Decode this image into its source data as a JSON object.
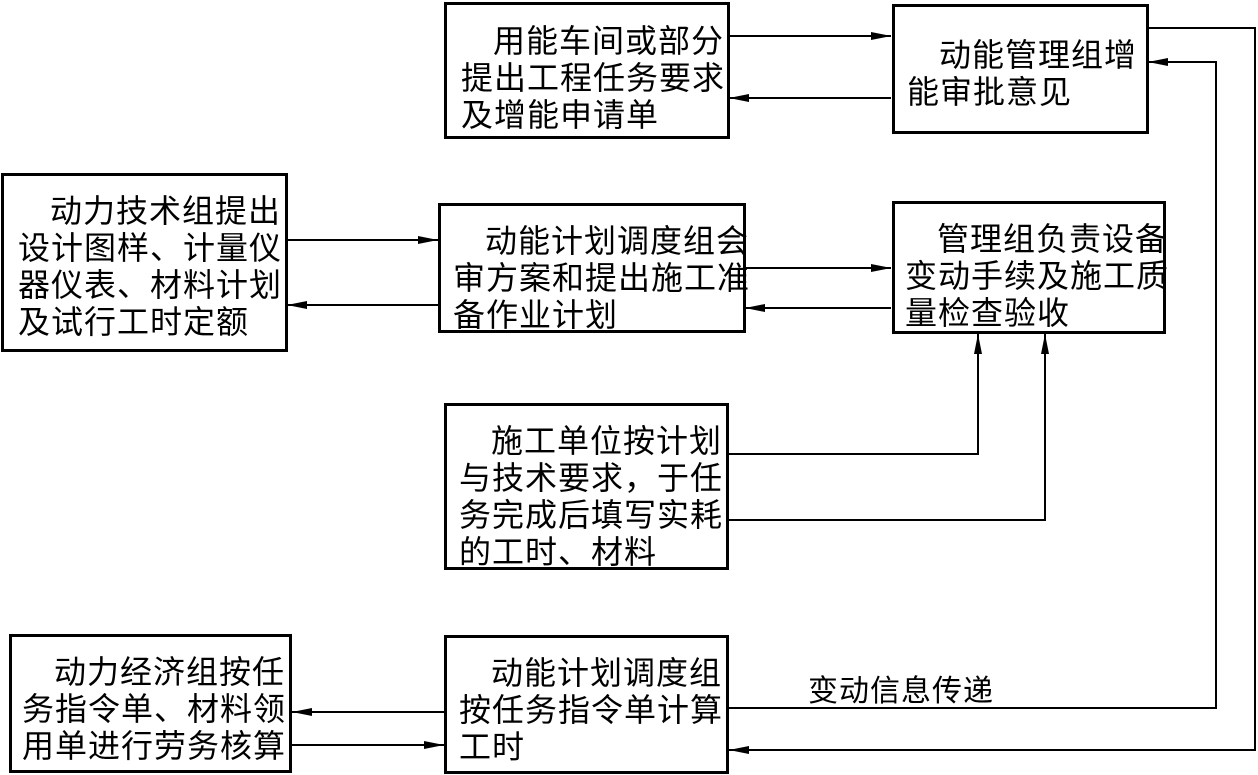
{
  "diagram": {
    "boxes": {
      "request": [
        "用能车间或部分",
        "提出工程任务要求",
        "及增能申请单"
      ],
      "approval": [
        "动能管理组增",
        "能审批意见"
      ],
      "tech": [
        "动力技术组提出",
        "设计图样、计量仪",
        "器仪表、材料计划",
        "及试行工时定额"
      ],
      "dispatch_review": [
        "动能计划调度组会",
        "审方案和提出施工准",
        "备作业计划"
      ],
      "management": [
        "管理组负责设备",
        "变动手续及施工质",
        "量检查验收"
      ],
      "construction": [
        "施工单位按计划",
        "与技术要求，于任",
        "务完成后填写实耗",
        "的工时、材料"
      ],
      "economics": [
        "动力经济组按任",
        "务指令单、材料领",
        "用单进行劳务核算"
      ],
      "dispatch_calc": [
        "动能计划调度组",
        "按任务指令单计算",
        "工时"
      ]
    },
    "caption": "变动信息传递"
  }
}
